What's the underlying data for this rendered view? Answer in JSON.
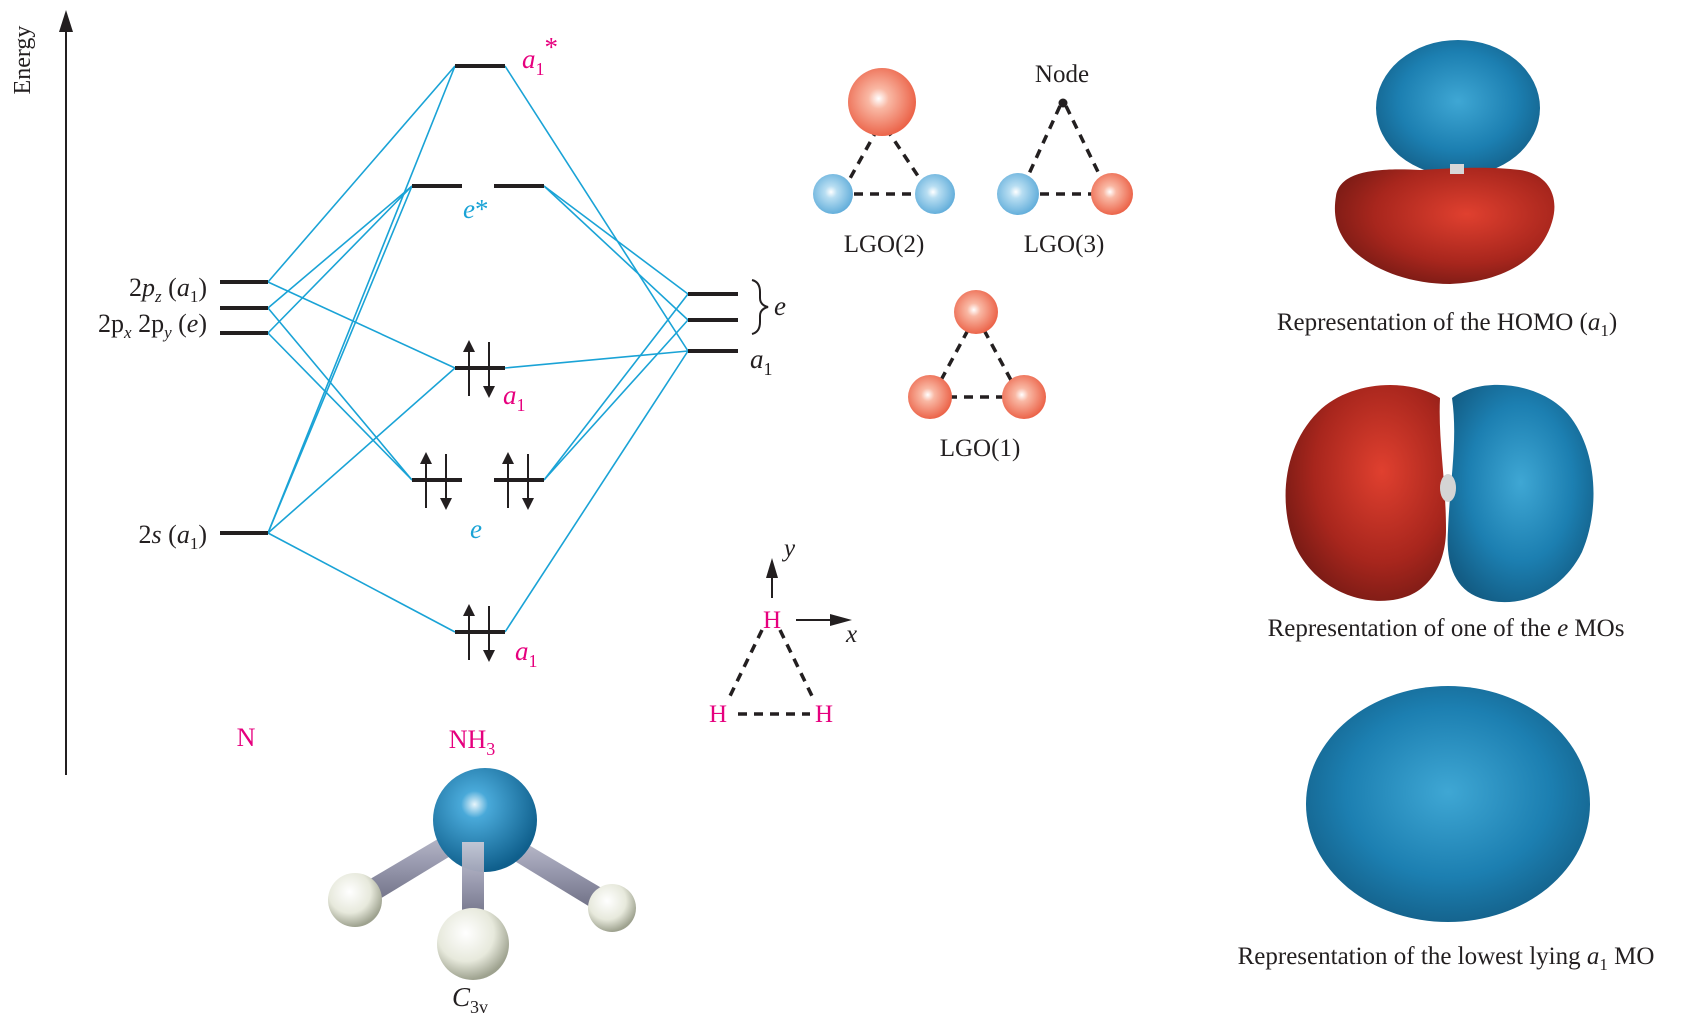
{
  "energy_axis_label": "Energy",
  "n_levels": {
    "p_z": {
      "prefix": "2",
      "p": "p",
      "sub": "z",
      "sym": "a",
      "symsub": "1"
    },
    "p_xy": {
      "p1": "2p",
      "sub1": "x",
      "p2": "2p",
      "sub2": "y",
      "sym": "e"
    },
    "s": {
      "prefix": "2",
      "s": "s",
      "sym": "a",
      "symsub": "1"
    }
  },
  "mo_labels": {
    "a1_star": {
      "main": "a",
      "sub": "1",
      "sup": "*"
    },
    "e_star": {
      "main": "e",
      "sup": "*"
    },
    "homo_a1": {
      "main": "a",
      "sub": "1"
    },
    "e": {
      "main": "e"
    },
    "low_a1": {
      "main": "a",
      "sub": "1"
    }
  },
  "lgo_right_labels": {
    "e": "e",
    "a1": {
      "main": "a",
      "sub": "1"
    }
  },
  "bottom_labels": {
    "n": "N",
    "nh3": {
      "main": "NH",
      "sub": "3"
    }
  },
  "point_group": {
    "main": "C",
    "sub": "3v"
  },
  "lgo": {
    "lgo2": "LGO(2)",
    "lgo3": "LGO(3)",
    "lgo1": "LGO(1)",
    "node": "Node"
  },
  "h_frame": {
    "h": "H",
    "x": "x",
    "y": "y"
  },
  "captions": {
    "homo": {
      "pre": "Representation of the HOMO (",
      "main": "a",
      "sub": "1",
      "post": ")"
    },
    "e_mo": {
      "pre": "Representation of one of the ",
      "main": "e",
      "post": " MOs"
    },
    "low": {
      "pre": "Representation of the lowest lying ",
      "main": "a",
      "sub": "1",
      "post": " MO"
    }
  },
  "colors": {
    "correlation_line": "#1aa3d6",
    "label_magenta": "#e6007e",
    "lobe_blue": "#1b7fb3",
    "lobe_red": "#b5271f",
    "text": "#231f20"
  }
}
